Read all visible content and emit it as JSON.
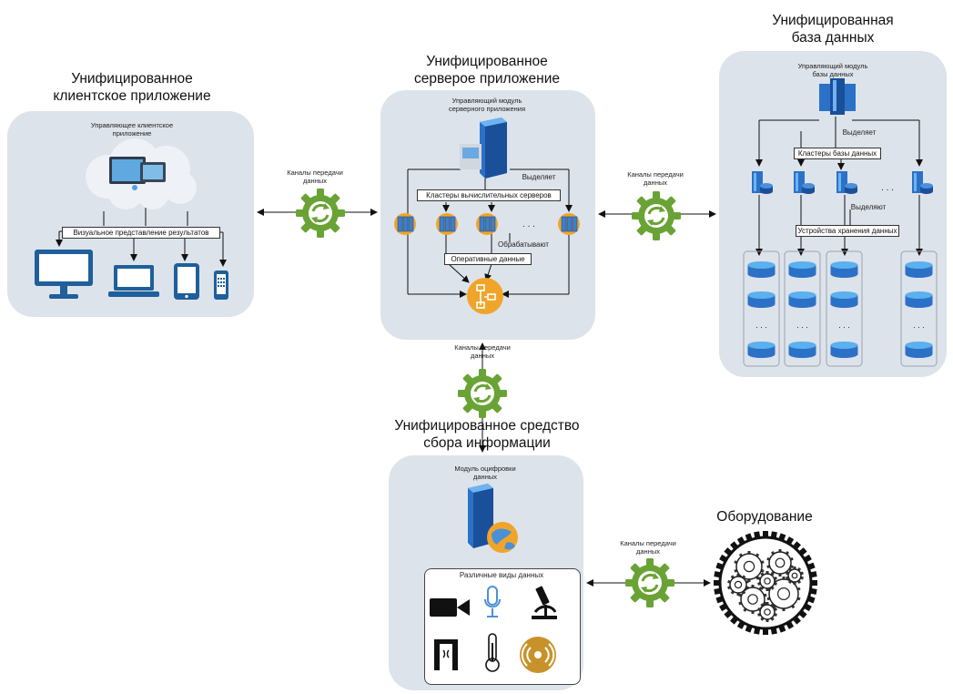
{
  "client": {
    "title_line1": "Унифицированное",
    "title_line2": "клиентское приложение",
    "module_line1": "Управляющее клиентское",
    "module_line2": "приложение",
    "viz_label": "Визуальное представление результатов"
  },
  "server": {
    "title_line1": "Унифицированное",
    "title_line2": "серверое приложение",
    "module_line1": "Управляющий модуль",
    "module_line2": "серверного приложения",
    "allocates": "Выделяет",
    "clusters_label": "Кластеры вычислительных серверов",
    "processes": "Обрабатывают",
    "dots": ". . .",
    "ram_label": "Оперативные данные"
  },
  "database": {
    "title_line1": "Унифицированная",
    "title_line2": "база данных",
    "module_line1": "Управляющий модуль",
    "module_line2": "базы данных",
    "allocates": "Выделяет",
    "clusters_label": "Кластеры базы данных",
    "allocate2": "Выделяют",
    "storage_label": "Устройства хранения данных",
    "dots": ". . .",
    "col_dots": ". . ."
  },
  "collector": {
    "title_line1": "Унифицированное средство",
    "title_line2": "сбора информации",
    "module_line1": "Модуль оцифровки",
    "module_line2": "данных",
    "data_types_label": "Различные виды данных"
  },
  "equipment": {
    "title": "Оборудование"
  },
  "channels": {
    "line1": "Каналы передачи",
    "line2": "данных"
  },
  "colors": {
    "panel": "#dde3ea",
    "gear": "#6aa335",
    "blue": "#1f5f9a",
    "orange": "#f0a52a"
  }
}
